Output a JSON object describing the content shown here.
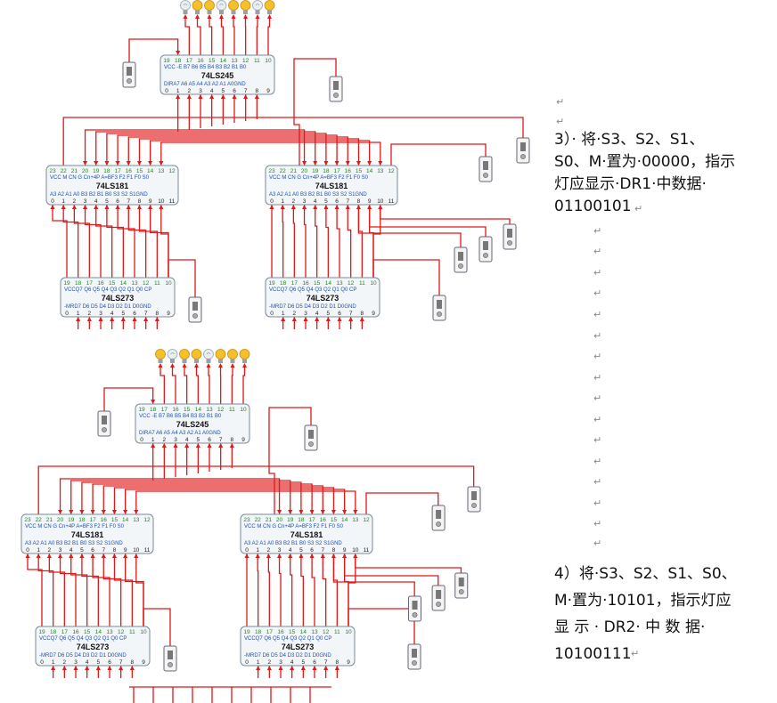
{
  "chips": {
    "c245": {
      "name": "74LS245",
      "top": [
        "19",
        "18",
        "17",
        "16",
        "15",
        "14",
        "13",
        "12",
        "11",
        "10"
      ],
      "top_labels": "VCC -E  B7 B6 B5 B4 B3 B2 B1 B0",
      "bottom_labels": "DIRA7 A6 A5 A4 A3 A2 A1 A0GND",
      "bottom": [
        "0",
        "1",
        "2",
        "3",
        "4",
        "5",
        "6",
        "7",
        "8",
        "9"
      ]
    },
    "c181": {
      "name": "74LS181",
      "top": [
        "23",
        "22",
        "21",
        "20",
        "19",
        "18",
        "17",
        "16",
        "15",
        "14",
        "13",
        "12"
      ],
      "top_labels": "VCC M CN  G Cn+4P A=BF3 F2 F1 F0 S0",
      "bottom_labels": "A3 A2 A1 A0 B3 B2 B1 B0 S3 S2 S1GND",
      "bottom": [
        "0",
        "1",
        "2",
        "3",
        "4",
        "5",
        "6",
        "7",
        "8",
        "9",
        "10",
        "11"
      ]
    },
    "c273": {
      "name": "74LS273",
      "top": [
        "19",
        "18",
        "17",
        "16",
        "15",
        "14",
        "13",
        "12",
        "11",
        "10"
      ],
      "top_labels": "VCCQ7 Q6 Q5 Q4 Q3 Q2 Q1 Q0 CP",
      "bottom_labels": "-MRD7 D6 D5 D4 D3 D2 D1 D0GND",
      "bottom": [
        "0",
        "1",
        "2",
        "3",
        "4",
        "5",
        "6",
        "7",
        "8",
        "9"
      ]
    }
  },
  "step3": {
    "lines": [
      "3）· 将·S3、S2、S1、",
      "S0、M·置为·00000，指示",
      "灯应显示·DR1·中数据·",
      "01100101"
    ]
  },
  "step4": {
    "lines": [
      "4）将·S3、S2、S1、S0、",
      "M·置为·10101，指示灯应",
      "显 示 · DR2· 中 数 据·",
      "10100111"
    ]
  },
  "para_mark": "↵",
  "colors": {
    "wire": "#e01818",
    "chip_border": "#7a8a9a",
    "chip_fill": "#f3f6f9",
    "green_label": "#1a8a1a",
    "blue_label": "#1f4fb0"
  },
  "top_lamps": {
    "lit": [
      false,
      true,
      true,
      false,
      true,
      true,
      false,
      true
    ]
  },
  "bottom_lamps": {
    "lit": [
      true,
      false,
      true,
      true,
      false,
      true,
      true,
      true
    ]
  }
}
